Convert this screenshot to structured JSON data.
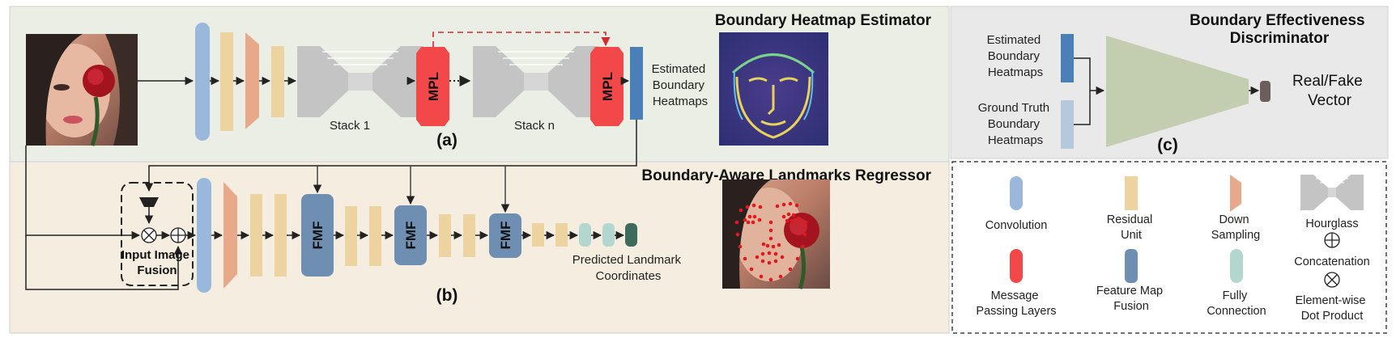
{
  "panel_a": {
    "title": "Boundary Heatmap Estimator",
    "label": "(a)",
    "stack1": "Stack 1",
    "stackn": "Stack n",
    "mpl": "MPL",
    "estimated": [
      "Estimated",
      "Boundary",
      "Heatmaps"
    ]
  },
  "panel_b": {
    "title": "Boundary-Aware Landmarks Regressor",
    "label": "(b)",
    "fmf": "FMF",
    "fusion": [
      "Input Image",
      "Fusion"
    ],
    "predicted": [
      "Predicted Landmark",
      "Coordinates"
    ]
  },
  "panel_c": {
    "title": [
      "Boundary Effectiveness",
      "Discriminator"
    ],
    "label": "(c)",
    "estimated": [
      "Estimated",
      "Boundary",
      "Heatmaps"
    ],
    "ground_truth": [
      "Ground Truth",
      "Boundary",
      "Heatmaps"
    ],
    "output": [
      "Real/Fake",
      "Vector"
    ]
  },
  "legend": {
    "convolution": [
      "Convolution"
    ],
    "residual": [
      "Residual",
      "Unit"
    ],
    "down": [
      "Down",
      "Sampling"
    ],
    "hourglass": [
      "Hourglass"
    ],
    "concat": [
      "Concatenation"
    ],
    "mpl": [
      "Message",
      "Passing Layers"
    ],
    "fmf": [
      "Feature Map",
      "Fusion"
    ],
    "fc": [
      "Fully",
      "Connection"
    ],
    "dot": [
      "Element-wise",
      "Dot Product"
    ]
  },
  "colors": {
    "conv": "#9ab7dc",
    "residual": "#ecd3a0",
    "down": "#e8a98a",
    "hourglass": "#c4c4c4",
    "mpl": "#f2484a",
    "fmf": "#6e8fb2",
    "fc": "#b3d7cf",
    "output": "#3f6b5c",
    "heatmap_bar": "#4a7fb7"
  }
}
